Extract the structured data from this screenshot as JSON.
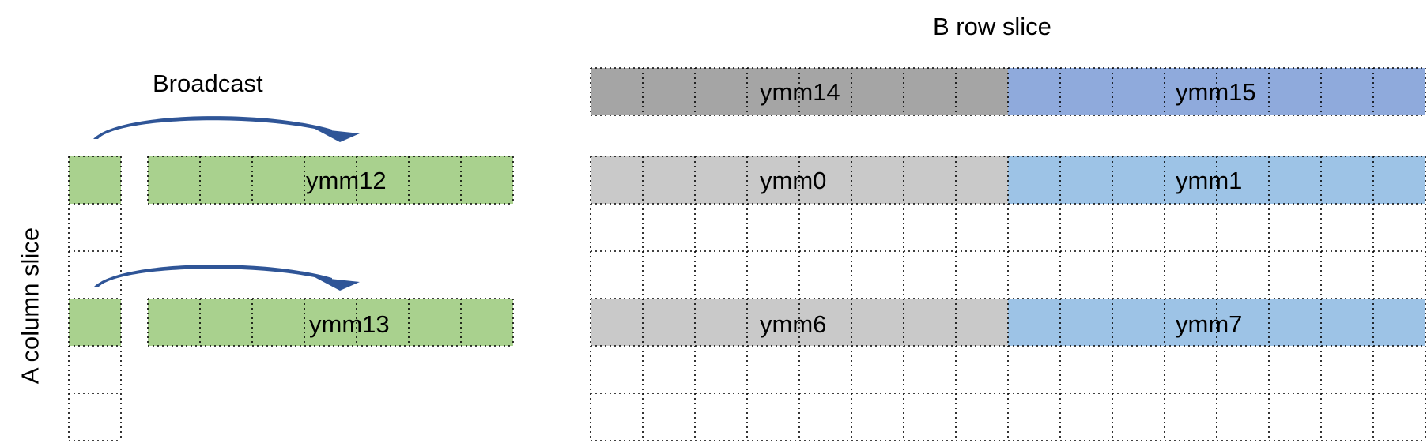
{
  "labels": {
    "b_row_slice": "B row slice",
    "a_column_slice": "A column slice",
    "broadcast": "Broadcast"
  },
  "registers": {
    "ymm12": "ymm12",
    "ymm13": "ymm13",
    "ymm14": "ymm14",
    "ymm15": "ymm15",
    "ymm0": "ymm0",
    "ymm1": "ymm1",
    "ymm6": "ymm6",
    "ymm7": "ymm7"
  },
  "colors": {
    "green": "#a9d18e",
    "dark_gray": "#a5a5a5",
    "light_gray": "#c9c9c9",
    "blue_dark": "#8faadc",
    "blue_light": "#9dc3e6",
    "arrow": "#2f5597"
  }
}
